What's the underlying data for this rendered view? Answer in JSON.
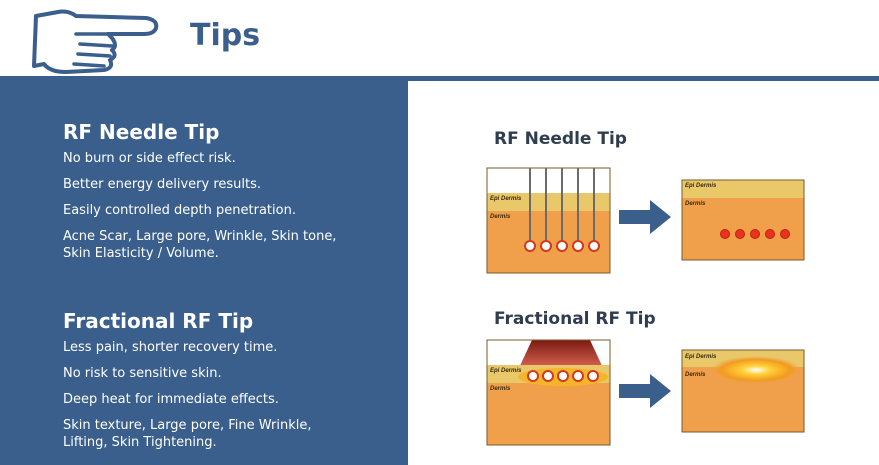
{
  "header": {
    "title": "Tips",
    "icon": "pointing-hand-icon",
    "accent_color": "#3a5f8c"
  },
  "left_panel": {
    "background_color": "#3a5f8c",
    "sections": [
      {
        "heading": "RF Needle Tip",
        "lines": [
          "No burn or side effect risk.",
          "Better energy delivery results.",
          "Easily controlled depth penetration.",
          "Acne Scar, Large pore, Wrinkle, Skin tone, Skin Elasticity / Volume."
        ]
      },
      {
        "heading": "Fractional RF Tip",
        "lines": [
          "Less pain, shorter recovery time.",
          "No risk to sensitive skin.",
          "Deep heat for immediate effects.",
          "Skin texture, Large pore, Fine Wrinkle, Lifting, Skin Tightening."
        ]
      }
    ]
  },
  "diagrams": {
    "needle": {
      "title": "RF Needle Tip",
      "before": {
        "layer_epi": "Epi Dermis",
        "layer_dermis": "Dermis"
      },
      "after": {
        "layer_epi": "Epi Dermis",
        "layer_dermis": "Dermis"
      }
    },
    "fractional": {
      "title": "Fractional RF Tip",
      "before": {
        "layer_epi": "Epi Dermis",
        "layer_dermis": "Dermis"
      },
      "after": {
        "layer_epi": "Epi Dermis",
        "layer_dermis": "Dermis"
      }
    },
    "arrow_color": "#3a5f8c",
    "epi_color": "#e9c86a",
    "dermis_color": "#f0a04a"
  }
}
